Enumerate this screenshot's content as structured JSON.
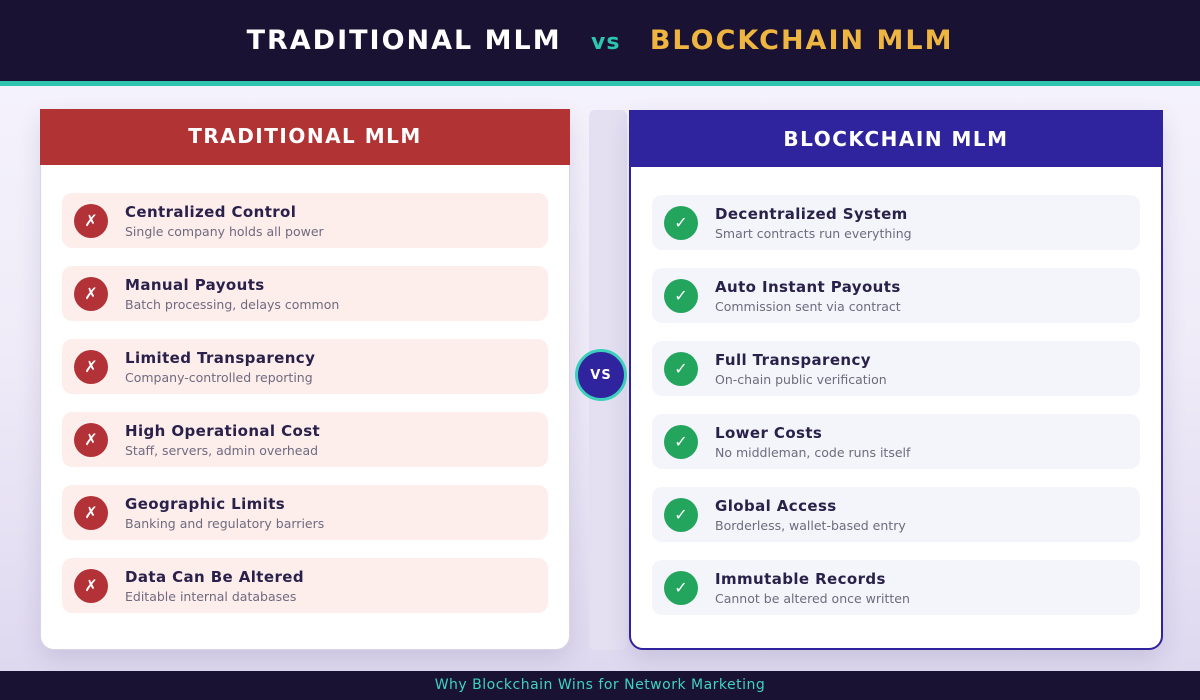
{
  "header": {
    "title_left": "TRADITIONAL MLM",
    "vs_label": "vs",
    "title_right": "BLOCKCHAIN MLM"
  },
  "vs_badge": {
    "label": "VS"
  },
  "left_card": {
    "title": "TRADITIONAL MLM",
    "icon": "✗",
    "items": [
      {
        "title": "Centralized Control",
        "desc": "Single company holds all power"
      },
      {
        "title": "Manual Payouts",
        "desc": "Batch processing, delays common"
      },
      {
        "title": "Limited Transparency",
        "desc": "Company-controlled reporting"
      },
      {
        "title": "High Operational Cost",
        "desc": "Staff, servers, admin overhead"
      },
      {
        "title": "Geographic Limits",
        "desc": "Banking and regulatory barriers"
      },
      {
        "title": "Data Can Be Altered",
        "desc": "Editable internal databases"
      }
    ]
  },
  "right_card": {
    "title": "BLOCKCHAIN MLM",
    "icon": "✓",
    "items": [
      {
        "title": "Decentralized System",
        "desc": "Smart contracts run everything"
      },
      {
        "title": "Auto Instant Payouts",
        "desc": "Commission sent via contract"
      },
      {
        "title": "Full Transparency",
        "desc": "On-chain public verification"
      },
      {
        "title": "Lower Costs",
        "desc": "No middleman, code runs itself"
      },
      {
        "title": "Global Access",
        "desc": "Borderless, wallet-based entry"
      },
      {
        "title": "Immutable Records",
        "desc": "Cannot be altered once written"
      }
    ]
  },
  "footer": {
    "text": "Why Blockchain Wins for Network Marketing"
  },
  "colors": {
    "header_bg": "#191233",
    "teal_accent": "#2cc5ad",
    "gold_accent": "#efb541",
    "red_header": "#b13333",
    "red_icon": "#b23238",
    "pink_item_bg": "#fdeeec",
    "indigo_header": "#2f249e",
    "blue_item_bg": "#f3f5fa",
    "green_icon": "#23a55e",
    "vs_circle_bg": "#30249e",
    "vs_ring": "#3ccfbc"
  }
}
